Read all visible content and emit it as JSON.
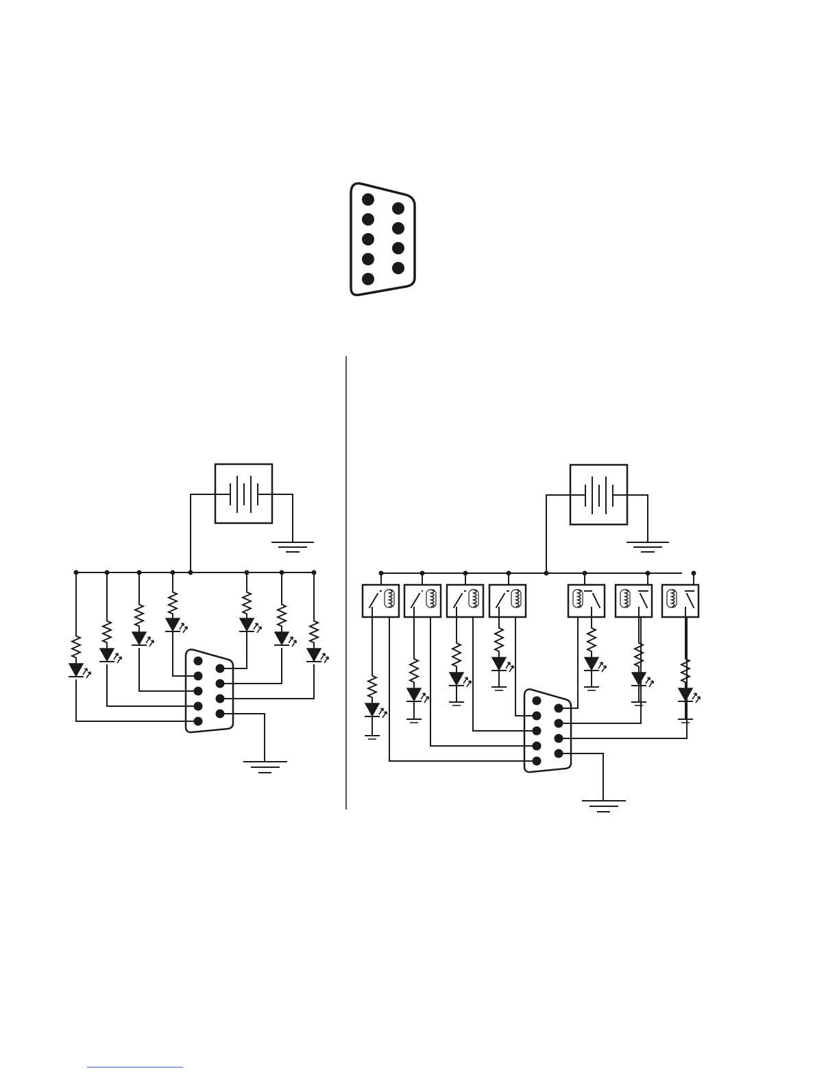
{
  "colors": {
    "ink": "#1a1a1a",
    "background": "#ffffff",
    "footer_rule": "#2b57c9"
  },
  "figures": [
    {
      "name": "db9-connector-pinout",
      "pins_top_row": 5,
      "pins_bottom_row": 4
    },
    {
      "name": "led-indicator-circuit",
      "leds": 7,
      "connector": "db9"
    },
    {
      "name": "relay-led-circuit",
      "relays": 7,
      "leds": 7,
      "connector": "db9"
    }
  ]
}
